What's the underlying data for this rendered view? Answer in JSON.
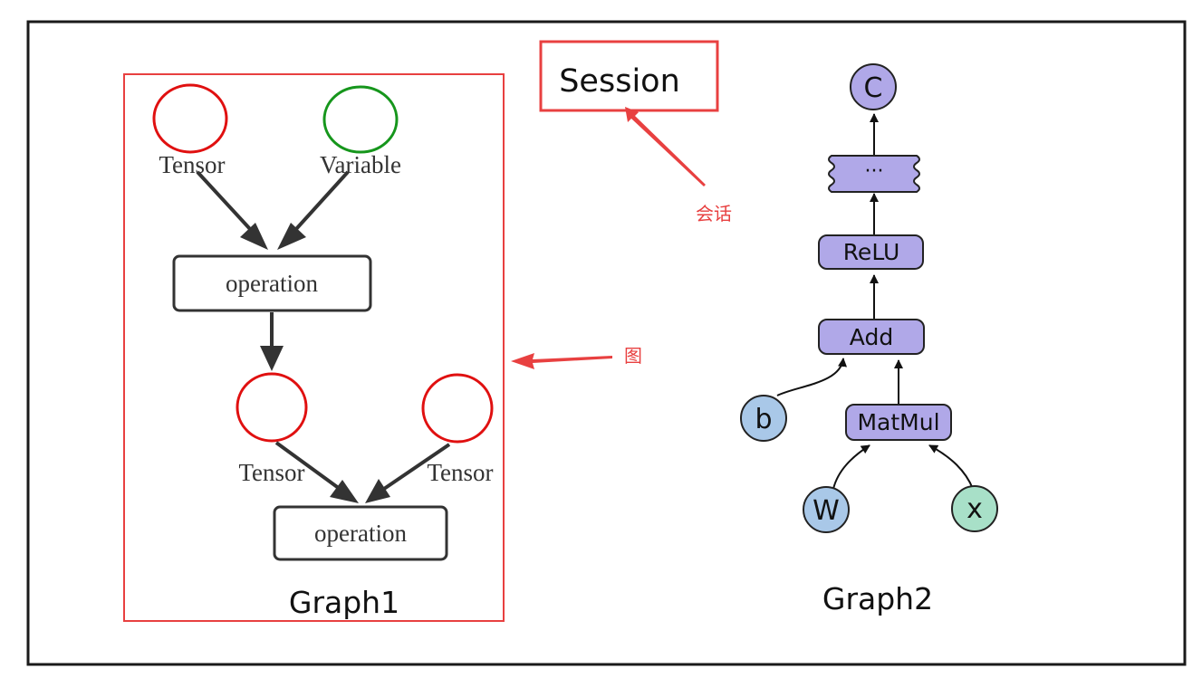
{
  "session": {
    "label": "Session",
    "annotation": "会话"
  },
  "graph1": {
    "caption": "Graph1",
    "annotation": "图",
    "nodes": {
      "tensor_top": "Tensor",
      "variable_top": "Variable",
      "operation_1": "operation",
      "tensor_left": "Tensor",
      "tensor_right": "Tensor",
      "operation_2": "operation"
    }
  },
  "graph2": {
    "caption": "Graph2",
    "nodes": {
      "c": "C",
      "ellipsis": "···",
      "relu": "ReLU",
      "add": "Add",
      "b": "b",
      "matmul": "MatMul",
      "w": "W",
      "x": "x"
    }
  },
  "colors": {
    "annotation_red": "#e84040",
    "tensor_red": "#e01010",
    "variable_green": "#16961c",
    "op_purple": "#b0a8e8",
    "leaf_blue": "#a9c8e8",
    "leaf_teal": "#a8e0c8"
  }
}
